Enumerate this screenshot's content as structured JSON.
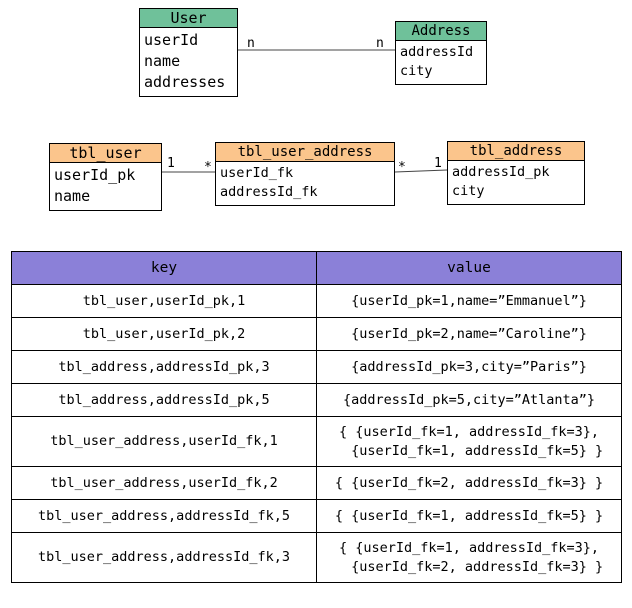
{
  "diagram_top": {
    "user": {
      "title": "User",
      "attrs": [
        "userId",
        "name",
        "addresses"
      ]
    },
    "address": {
      "title": "Address",
      "attrs": [
        "addressId",
        "city"
      ]
    },
    "rel_left": "n",
    "rel_right": "n"
  },
  "diagram_mid": {
    "tbl_user": {
      "title": "tbl_user",
      "attrs": [
        "userId_pk",
        "name"
      ]
    },
    "tbl_user_address": {
      "title": "tbl_user_address",
      "attrs": [
        "userId_fk",
        "addressId_fk"
      ]
    },
    "tbl_address": {
      "title": "tbl_address",
      "attrs": [
        "addressId_pk",
        "city"
      ]
    },
    "rel1_left": "1",
    "rel1_right": "*",
    "rel2_left": "*",
    "rel2_right": "1"
  },
  "table": {
    "headers": [
      "key",
      "value"
    ],
    "rows": [
      {
        "key": "tbl_user,userId_pk,1",
        "value": "{userId_pk=1,name=”Emmanuel”}",
        "tall": false
      },
      {
        "key": "tbl_user,userId_pk,2",
        "value": "{userId_pk=2,name=”Caroline”}",
        "tall": false
      },
      {
        "key": "tbl_address,addressId_pk,3",
        "value": "{addressId_pk=3,city=”Paris”}",
        "tall": false
      },
      {
        "key": "tbl_address,addressId_pk,5",
        "value": "{addressId_pk=5,city=”Atlanta”}",
        "tall": false
      },
      {
        "key": "tbl_user_address,userId_fk,1",
        "value": "{ {userId_fk=1, addressId_fk=3},\n  {userId_fk=1, addressId_fk=5} }",
        "tall": true
      },
      {
        "key": "tbl_user_address,userId_fk,2",
        "value": "{ {userId_fk=2, addressId_fk=3} }",
        "tall": false
      },
      {
        "key": "tbl_user_address,addressId_fk,5",
        "value": "{ {userId_fk=1, addressId_fk=5} }",
        "tall": false
      },
      {
        "key": "tbl_user_address,addressId_fk,3",
        "value": "{ {userId_fk=1, addressId_fk=3},\n  {userId_fk=2, addressId_fk=3} }",
        "tall": true
      }
    ]
  },
  "colors": {
    "green_header": "#6fc19a",
    "orange_header": "#fbc58c",
    "table_header": "#8b80d8"
  }
}
